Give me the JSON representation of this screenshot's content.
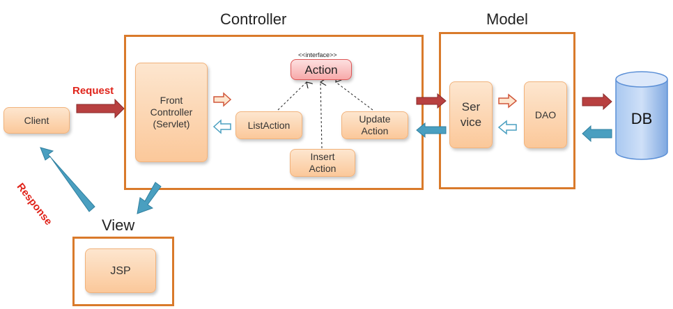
{
  "sections": {
    "controller": "Controller",
    "model": "Model",
    "view": "View"
  },
  "nodes": {
    "client": "Client",
    "front_controller": "Front\nController\n(Servlet)",
    "action_stereotype": "<<interface>>",
    "action": "Action",
    "list_action": "ListAction",
    "insert_action": "Insert\nAction",
    "update_action": "Update\nAction",
    "service": "Ser\nvice",
    "dao": "DAO",
    "db": "DB",
    "jsp": "JSP"
  },
  "labels": {
    "request": "Request",
    "response": "Response"
  },
  "colors": {
    "frame_border": "#d97a2b",
    "request_arrow": "#b84040",
    "response_arrow": "#4a9fc0",
    "label_red": "#e0241b",
    "db_blue": "#5b8fd6"
  }
}
